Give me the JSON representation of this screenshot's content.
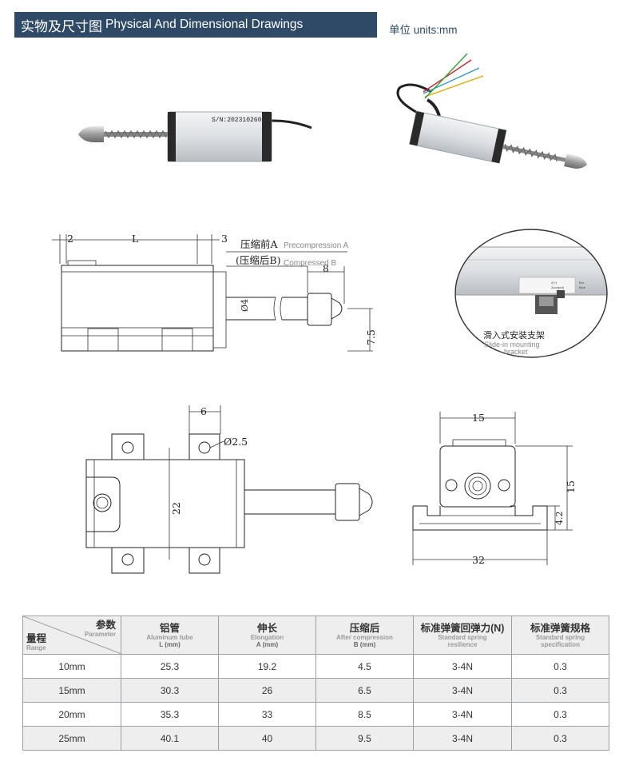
{
  "header": {
    "title_cn": "实物及尺寸图",
    "title_en": "Physical And Dimensional Drawings",
    "units": "单位 units:mm"
  },
  "colors": {
    "header_bg": "#2e4a66",
    "table_header_bg": "#eeeeee",
    "table_stripe": "#eeeeee"
  },
  "photos": {
    "sensor_left_serial": "S/N:202310260"
  },
  "side_view": {
    "dim_2": "2",
    "dim_L": "L",
    "dim_3": "3",
    "precompression_cn": "压缩前A",
    "precompression_en": "Precompression A",
    "compressed_cn": "(压缩后B)",
    "compressed_en": "Compressed B",
    "dim_8": "8",
    "dim_phi4": "Ø4",
    "dim_7_5": "7.5"
  },
  "detail_callout": {
    "label_cn": "滑入式安装支架",
    "label_en_line1": "Slide-in mounting",
    "label_en_line2": "bracket"
  },
  "top_view": {
    "dim_6": "6",
    "dim_phi2_5": "Ø2.5",
    "dim_22": "22"
  },
  "end_view": {
    "dim_15_top": "15",
    "dim_15_side": "15",
    "dim_4_2": "4.2",
    "dim_32": "32"
  },
  "table": {
    "corner_top_cn": "参数",
    "corner_top_en": "Parameter",
    "corner_bottom_cn": "量程",
    "corner_bottom_en": "Range",
    "columns": [
      {
        "cn": "铝管",
        "en1": "Aluminum tube",
        "en2": "L (mm)"
      },
      {
        "cn": "伸长",
        "en1": "Elongation",
        "en2": "A (mm)"
      },
      {
        "cn": "压缩后",
        "en1": "After compression",
        "en2": "B (mm)"
      },
      {
        "cn": "标准弹簧回弹力(N)",
        "en1": "Standard spring",
        "en2": "resilience"
      },
      {
        "cn": "标准弹簧规格",
        "en1": "Standard spring",
        "en2": "specification"
      }
    ],
    "rows": [
      {
        "range": "10mm",
        "L": "25.3",
        "A": "19.2",
        "B": "4.5",
        "force": "3-4N",
        "spec": "0.3"
      },
      {
        "range": "15mm",
        "L": "30.3",
        "A": "26",
        "B": "6.5",
        "force": "3-4N",
        "spec": "0.3"
      },
      {
        "range": "20mm",
        "L": "35.3",
        "A": "33",
        "B": "8.5",
        "force": "3-4N",
        "spec": "0.3"
      },
      {
        "range": "25mm",
        "L": "40.1",
        "A": "40",
        "B": "9.5",
        "force": "3-4N",
        "spec": "0.3"
      }
    ]
  }
}
